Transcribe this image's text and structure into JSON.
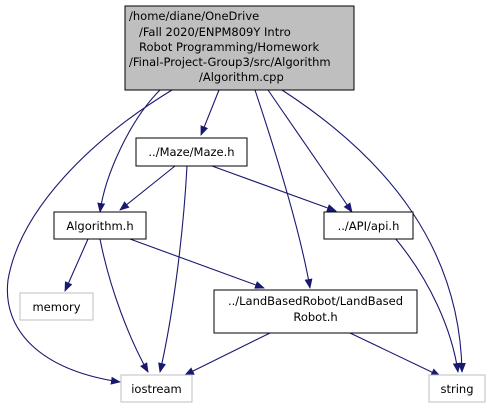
{
  "colors": {
    "edge": "#191970",
    "root_fill": "#bfbfbf",
    "node_border": "#000000",
    "external_border": "#bfbfbf"
  },
  "nodes": {
    "algorithm_cpp": {
      "lines": [
        "/home/diane/OneDrive",
        "/Fall 2020/ENPM809Y Intro",
        " Robot Programming/Homework",
        "/Final-Project-Group3/src/Algorithm",
        "/Algorithm.cpp"
      ]
    },
    "maze_h": {
      "lines": [
        "../Maze/Maze.h"
      ]
    },
    "algorithm_h": {
      "lines": [
        "Algorithm.h"
      ]
    },
    "api_h": {
      "lines": [
        "../API/api.h"
      ]
    },
    "memory": {
      "lines": [
        "memory"
      ]
    },
    "landbasedrobot_h": {
      "lines": [
        "../LandBasedRobot/LandBased",
        "Robot.h"
      ]
    },
    "iostream": {
      "lines": [
        "iostream"
      ]
    },
    "string": {
      "lines": [
        "string"
      ]
    }
  }
}
